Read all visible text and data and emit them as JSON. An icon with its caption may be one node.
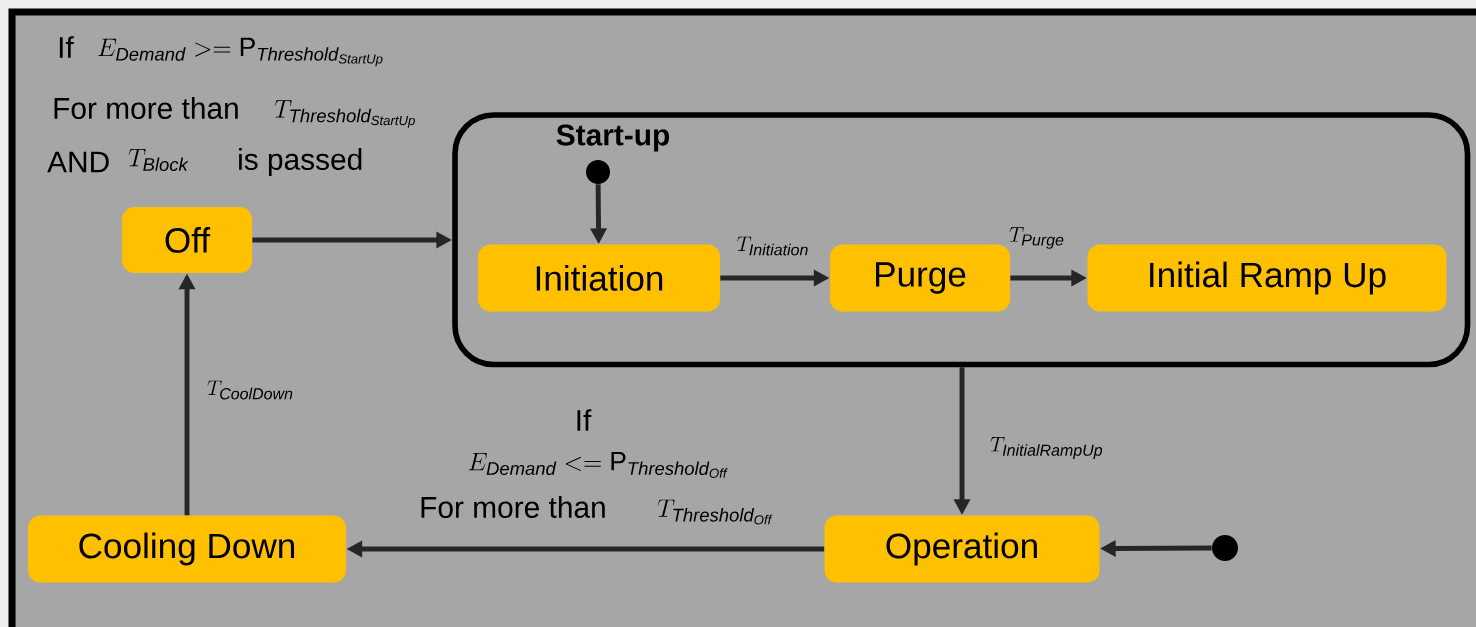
{
  "diagram": {
    "nodes": [
      {
        "text": [
          "Off"
        ]
      },
      {
        "text": [
          "Start-up"
        ]
      },
      {
        "text": [
          "Initiation"
        ],
        "in": 1
      },
      {
        "text": [
          "Purge"
        ],
        "in": 1
      },
      {
        "text": [
          "Initial Ramp Up"
        ],
        "in": 1
      },
      {
        "text": [],
        "shape": "circle",
        "in": 1
      },
      {
        "text": [
          "Operation"
        ]
      },
      {
        "text": [
          "Cooling Down"
        ]
      },
      {
        "text": [],
        "shape": "circle"
      }
    ],
    "edges": [
      {
        "from": 0,
        "to": 1,
        "arrow": "to"
      },
      {
        "from": 5,
        "to": 2,
        "arrow": "to"
      },
      {
        "from": 2,
        "to": 3,
        "arrow": "to",
        "label": "T_{\\mathit{Initiation}}"
      },
      {
        "from": 3,
        "to": 4,
        "arrow": "to",
        "label": "T_{\\mathit{Purge}}"
      },
      {
        "from": 1,
        "to": 6,
        "arrow": "to",
        "label": "T_{\\mathit{InitialRampUp}}"
      },
      {
        "from": 6,
        "to": 7,
        "arrow": "to"
      },
      {
        "from": 7,
        "to": 0,
        "arrow": "to",
        "label": "T_{\\mathit{CoolDown}}"
      },
      {
        "from": 8,
        "to": 6,
        "arrow": "to"
      }
    ],
    "labels": [
      "If",
      "E_{\\mathit{Demand}} >= \\mathrm{P}_{\\mathit{Threshold}_{\\mathit{StartUp}}}",
      "For more than",
      "T_{\\mathit{Threshold}_{\\mathit{StartUp}}}",
      "AND",
      "T_{\\mathit{Block}}",
      "is passed",
      "If",
      "E_{\\mathit{Demand}} <= \\mathrm{P}_{\\mathit{Threshold}_{\\mathit{Off}}}",
      "For more than",
      "T_{\\mathit{Threshold}_{\\mathit{Off}}}"
    ]
  }
}
